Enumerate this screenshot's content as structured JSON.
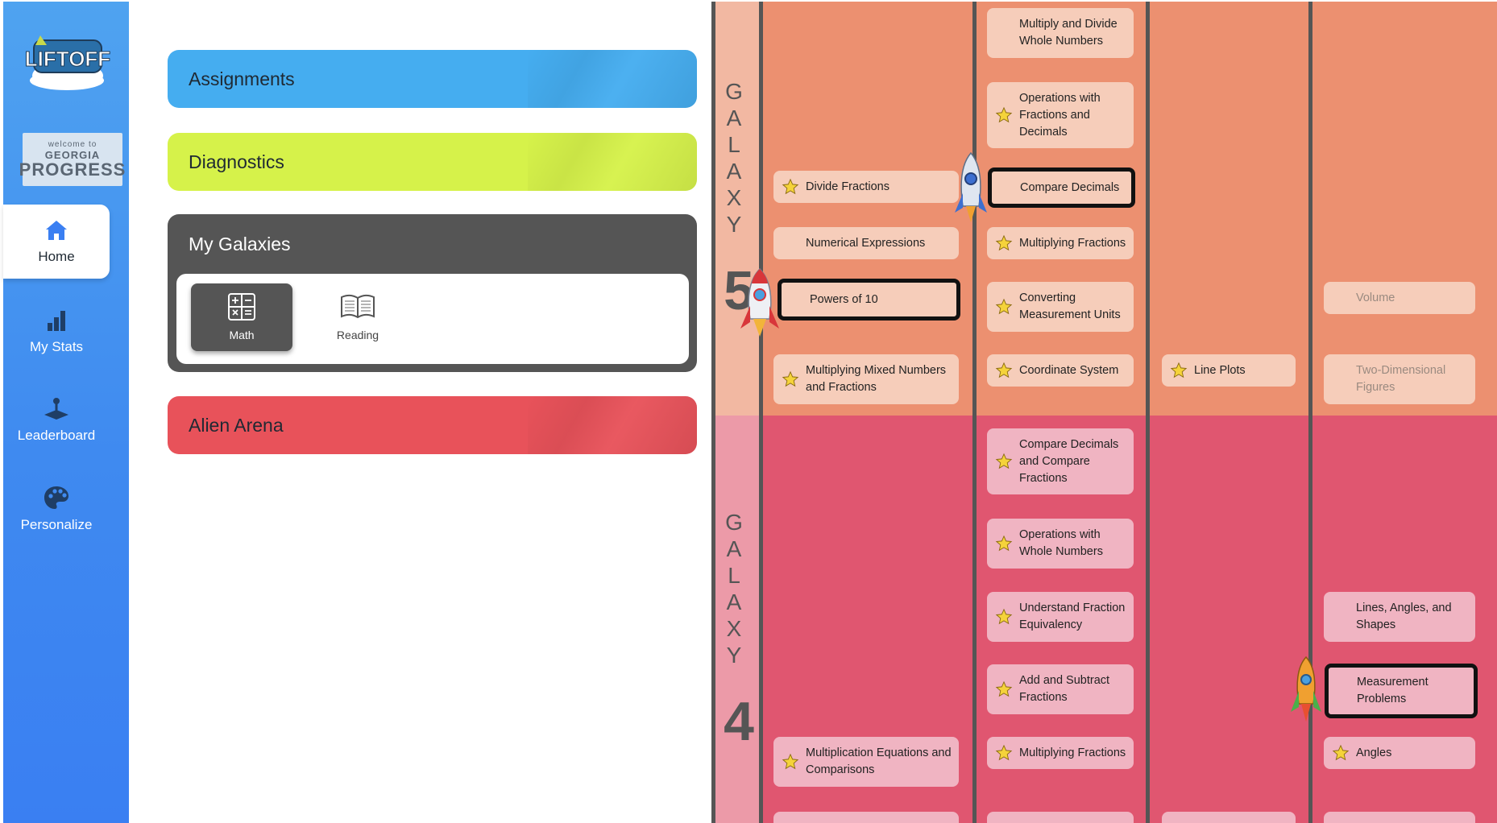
{
  "app": {
    "logo_text": "LIFTOFF",
    "promo": {
      "line1": "welcome to",
      "line2": "GEORGIA",
      "line3": "PROGRESS"
    }
  },
  "sidebar": {
    "items": [
      {
        "label": "Home",
        "icon": "home-icon",
        "active": true
      },
      {
        "label": "My Stats",
        "icon": "bar-chart-icon",
        "active": false
      },
      {
        "label": "Leaderboard",
        "icon": "joystick-icon",
        "active": false
      },
      {
        "label": "Personalize",
        "icon": "palette-icon",
        "active": false
      }
    ]
  },
  "panels": {
    "assignments": "Assignments",
    "diagnostics": "Diagnostics",
    "my_galaxies": "My Galaxies",
    "subjects": [
      {
        "label": "Math",
        "icon": "calculator-icon",
        "selected": true
      },
      {
        "label": "Reading",
        "icon": "book-icon",
        "selected": false
      }
    ],
    "alien_arena": "Alien Arena"
  },
  "map": {
    "galaxy_word": "GALAXY",
    "galaxy5": {
      "number": "5",
      "cards": [
        {
          "text": "Multiply and Divide Whole Numbers",
          "star": false
        },
        {
          "text": "Operations with Fractions and Decimals",
          "star": true
        },
        {
          "text": "Divide Fractions",
          "star": true
        },
        {
          "text": "Compare Decimals",
          "star": false,
          "highlight": true
        },
        {
          "text": "Numerical Expressions",
          "star": false
        },
        {
          "text": "Multiplying Fractions",
          "star": true
        },
        {
          "text": "Powers of 10",
          "star": false,
          "highlight": true
        },
        {
          "text": "Converting Measurement Units",
          "star": true
        },
        {
          "text": "Volume",
          "star": false,
          "dim": true
        },
        {
          "text": "Multiplying Mixed Numbers and Fractions",
          "star": true
        },
        {
          "text": "Coordinate System",
          "star": true
        },
        {
          "text": "Line Plots",
          "star": true
        },
        {
          "text": "Two-Dimensional Figures",
          "star": false,
          "dim": true
        }
      ]
    },
    "galaxy4": {
      "number": "4",
      "cards": [
        {
          "text": "Compare Decimals and Compare Fractions",
          "star": true
        },
        {
          "text": "Operations with Whole Numbers",
          "star": true
        },
        {
          "text": "Understand Fraction Equivalency",
          "star": true
        },
        {
          "text": "Lines, Angles, and Shapes",
          "star": false
        },
        {
          "text": "Add and Subtract Fractions",
          "star": true
        },
        {
          "text": "Measurement Problems",
          "star": false,
          "highlight": true
        },
        {
          "text": "Multiplication Equations and Comparisons",
          "star": true
        },
        {
          "text": "Multiplying Fractions",
          "star": true
        },
        {
          "text": "Angles",
          "star": true
        }
      ]
    },
    "colors": {
      "galaxy5": "#ec9070",
      "galaxy4": "#e05670",
      "divider": "#555555",
      "star": "#f5d33a"
    }
  }
}
